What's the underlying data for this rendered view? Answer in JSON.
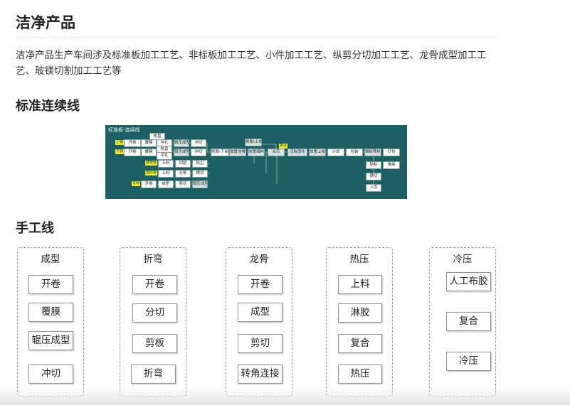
{
  "page": {
    "title": "洁净产品",
    "description": "洁净产品生产车间涉及标准板加工工艺、非标板加工工艺、小件加工工艺、纵剪分切加工工艺、龙骨成型加工工艺、玻镁切割加工工艺等",
    "section_standard": "标准连续线",
    "section_manual": "手工线"
  },
  "flow_diagram": {
    "title": "标准板-连续线",
    "tags": [
      "上钢",
      "下钢",
      "玻镁板",
      "面层板",
      "龙骨",
      "复合"
    ],
    "boxes": [
      "校直",
      "开卷",
      "覆膜",
      "冲孔",
      "辊压成型",
      "冲切",
      "开卷",
      "覆膜",
      "校直",
      "冲孔",
      "辊压成型",
      "冲切",
      "上料",
      "切割",
      "除尘",
      "上料",
      "分条",
      "横切",
      "开卷",
      "成型",
      "剪切",
      "辊压成型",
      "刷胶(上板)",
      "刷胶(下板)",
      "放置龙骨",
      "放置填料",
      "合芯",
      "压板固化",
      "放置上板",
      "冷却",
      "包装",
      "钢板预处理",
      "贴标",
      "锯切",
      "入库",
      "打包",
      "堆垛"
    ]
  },
  "manual_line": {
    "groups": [
      {
        "title": "成型",
        "steps": [
          "开卷",
          "覆膜",
          "辊压成型",
          "冲切"
        ]
      },
      {
        "title": "折弯",
        "steps": [
          "开卷",
          "分切",
          "剪板",
          "折弯"
        ]
      },
      {
        "title": "龙骨",
        "steps": [
          "开卷",
          "成型",
          "剪切",
          "转角连接"
        ]
      },
      {
        "title": "热压",
        "steps": [
          "上料",
          "淋胶",
          "复合",
          "热压"
        ]
      },
      {
        "title": "冷压",
        "steps": [
          "人工布胶",
          "复合",
          "冷压"
        ]
      }
    ]
  }
}
